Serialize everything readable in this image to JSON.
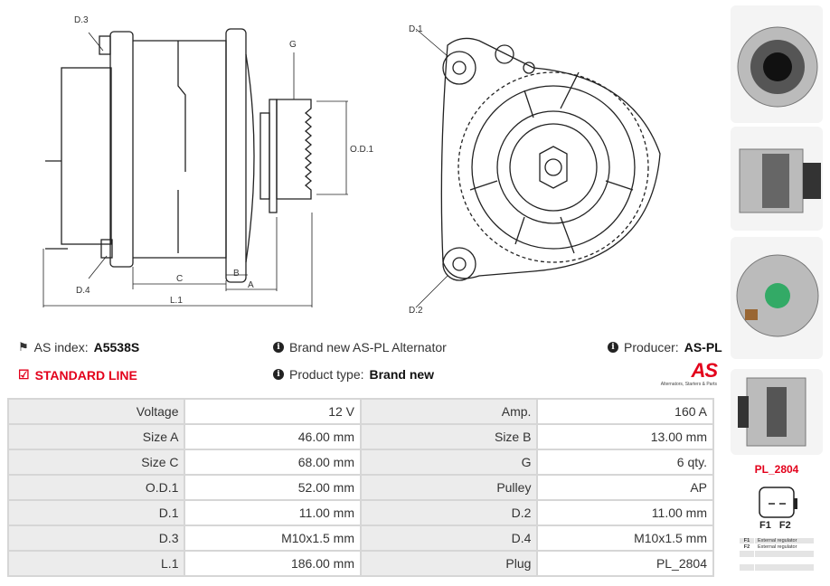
{
  "diagram_labels": {
    "d3": "D.3",
    "g": "G",
    "od1": "O.D.1",
    "d4": "D.4",
    "c": "C",
    "b": "B",
    "a": "A",
    "l1": "L.1",
    "d1": "D.1",
    "d2": "D.2"
  },
  "info": {
    "as_index_label": "AS index:",
    "as_index_value": "A5538S",
    "standard_line": "STANDARD LINE",
    "brand_new": "Brand new AS-PL Alternator",
    "product_type_label": "Product type:",
    "product_type_value": "Brand new",
    "producer_label": "Producer:",
    "producer_value": "AS-PL",
    "logo_text": "AS",
    "logo_tagline": "Alternators, Starters & Parts"
  },
  "specs": [
    [
      {
        "l": "Voltage",
        "v": "12 V"
      },
      {
        "l": "Amp.",
        "v": "160 A"
      }
    ],
    [
      {
        "l": "Size A",
        "v": "46.00 mm"
      },
      {
        "l": "Size B",
        "v": "13.00 mm"
      }
    ],
    [
      {
        "l": "Size C",
        "v": "68.00 mm"
      },
      {
        "l": "G",
        "v": "6 qty."
      }
    ],
    [
      {
        "l": "O.D.1",
        "v": "52.00 mm"
      },
      {
        "l": "Pulley",
        "v": "AP"
      }
    ],
    [
      {
        "l": "D.1",
        "v": "11.00 mm"
      },
      {
        "l": "D.2",
        "v": "11.00 mm"
      }
    ],
    [
      {
        "l": "D.3",
        "v": "M10x1.5 mm"
      },
      {
        "l": "D.4",
        "v": "M10x1.5 mm"
      }
    ],
    [
      {
        "l": "L.1",
        "v": "186.00 mm"
      },
      {
        "l": "Plug",
        "v": "PL_2804"
      }
    ]
  ],
  "plug": {
    "code": "PL_2804",
    "pins": [
      "F1",
      "F2"
    ],
    "legend": [
      {
        "pin": "F1",
        "desc": "External regulator"
      },
      {
        "pin": "F2",
        "desc": "External regulator"
      }
    ]
  },
  "colors": {
    "accent": "#e3001b"
  }
}
